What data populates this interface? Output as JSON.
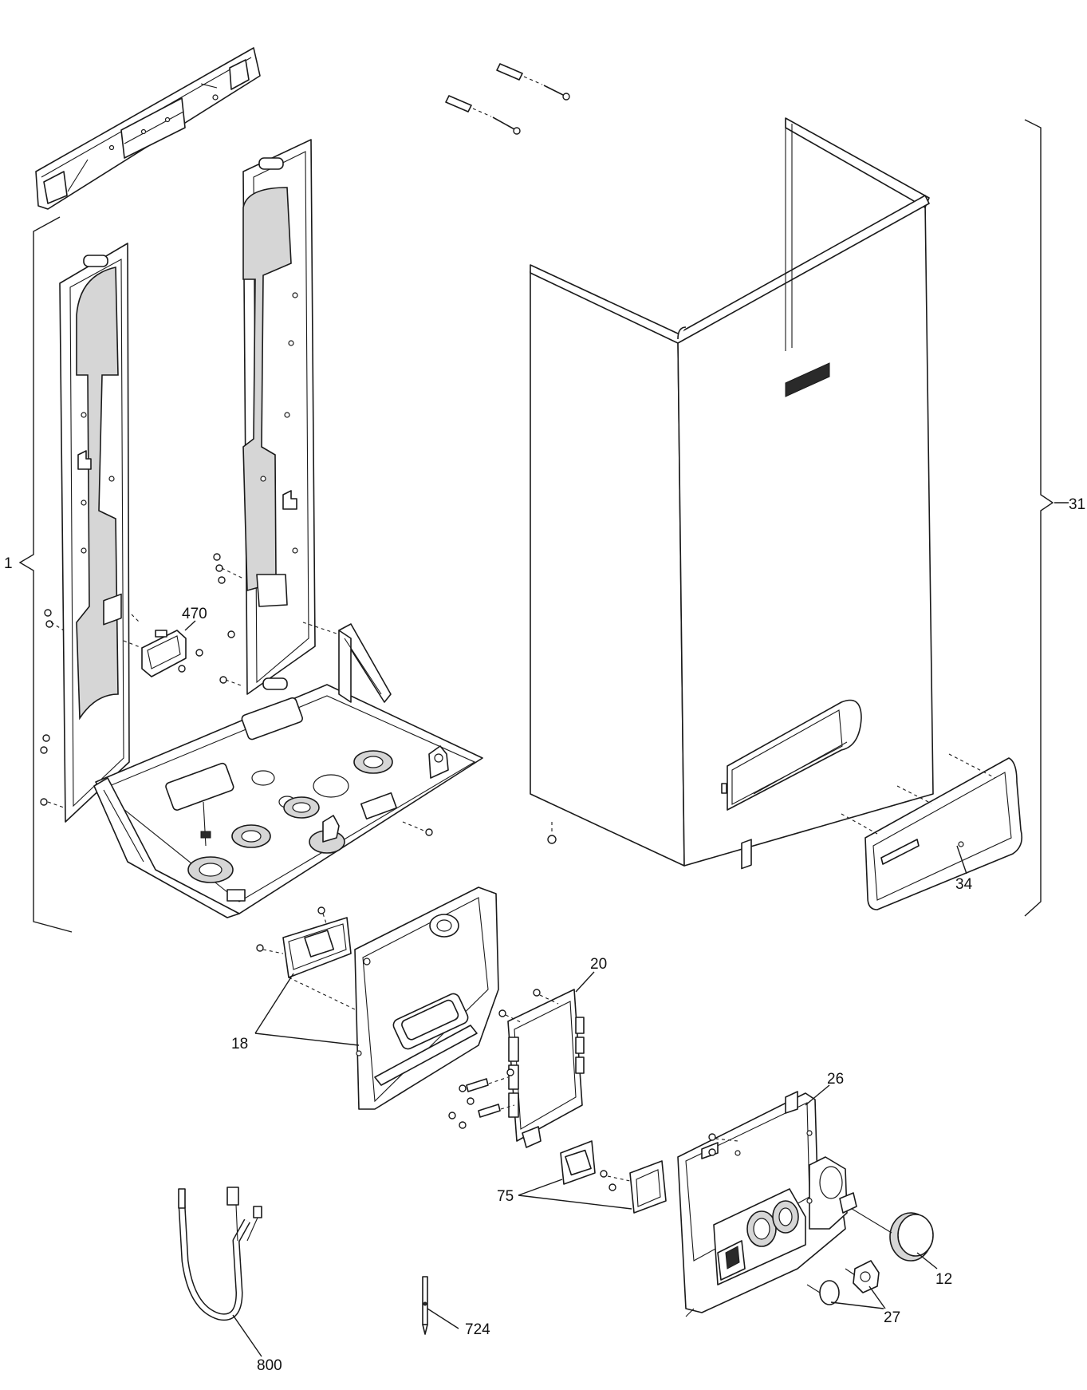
{
  "diagram": {
    "callouts": [
      {
        "id": "c1",
        "label": "1"
      },
      {
        "id": "c470",
        "label": "470"
      },
      {
        "id": "c31",
        "label": "31"
      },
      {
        "id": "c34",
        "label": "34"
      },
      {
        "id": "c20",
        "label": "20"
      },
      {
        "id": "c18",
        "label": "18"
      },
      {
        "id": "c26",
        "label": "26"
      },
      {
        "id": "c75",
        "label": "75"
      },
      {
        "id": "c12",
        "label": "12"
      },
      {
        "id": "c27",
        "label": "27"
      },
      {
        "id": "c800",
        "label": "800"
      },
      {
        "id": "c724",
        "label": "724"
      }
    ],
    "colors": {
      "line": "#1a1a1a",
      "background": "#ffffff",
      "shade": "#d6d6d6"
    }
  }
}
